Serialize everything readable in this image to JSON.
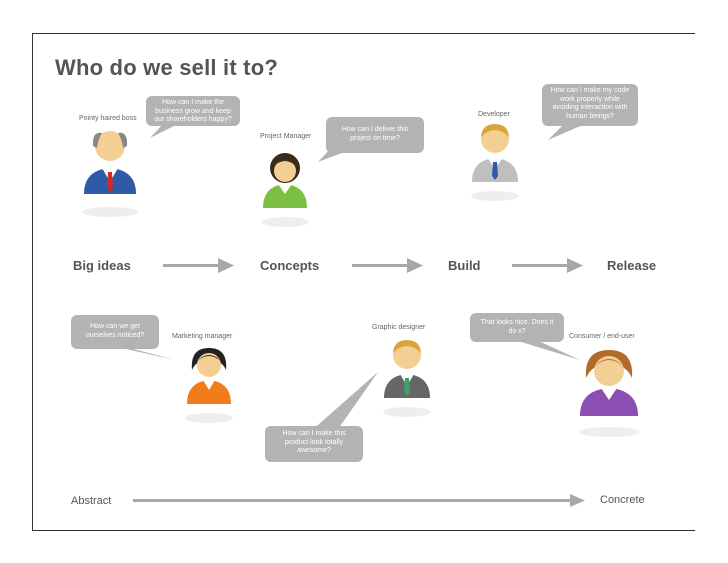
{
  "title": "Who do we sell it to?",
  "stages": [
    "Big ideas",
    "Concepts",
    "Build",
    "Release"
  ],
  "axis": {
    "left": "Abstract",
    "right": "Concrete"
  },
  "roles": {
    "boss": "Pointy haired boss",
    "pm": "Project Manager",
    "developer": "Developer",
    "marketing": "Marketing manager",
    "designer": "Graphic designer",
    "consumer": "Consumer / end-user"
  },
  "bubbles": {
    "boss": "How can I make the business grow and keep our shareholders happy?",
    "pm": "How can I deliver this project on time?",
    "developer": "How can I make my code work properly while avoiding interaction with human beings?",
    "marketing": "How can we get ourselves noticed?",
    "designer": "How can I make this product look totally awesome?",
    "consumer": "That looks nice. Does it do x?"
  },
  "colors": {
    "bubble": "#b3b3b3",
    "arrow": "#a8a8a8",
    "boss_shirt": "#2f5aa8",
    "pm_shirt": "#7cc043",
    "marketing_shirt": "#f07d1a",
    "consumer_shirt": "#8a4fb0",
    "dev_shirt": "#bfbfbf",
    "designer_shirt": "#666666"
  }
}
